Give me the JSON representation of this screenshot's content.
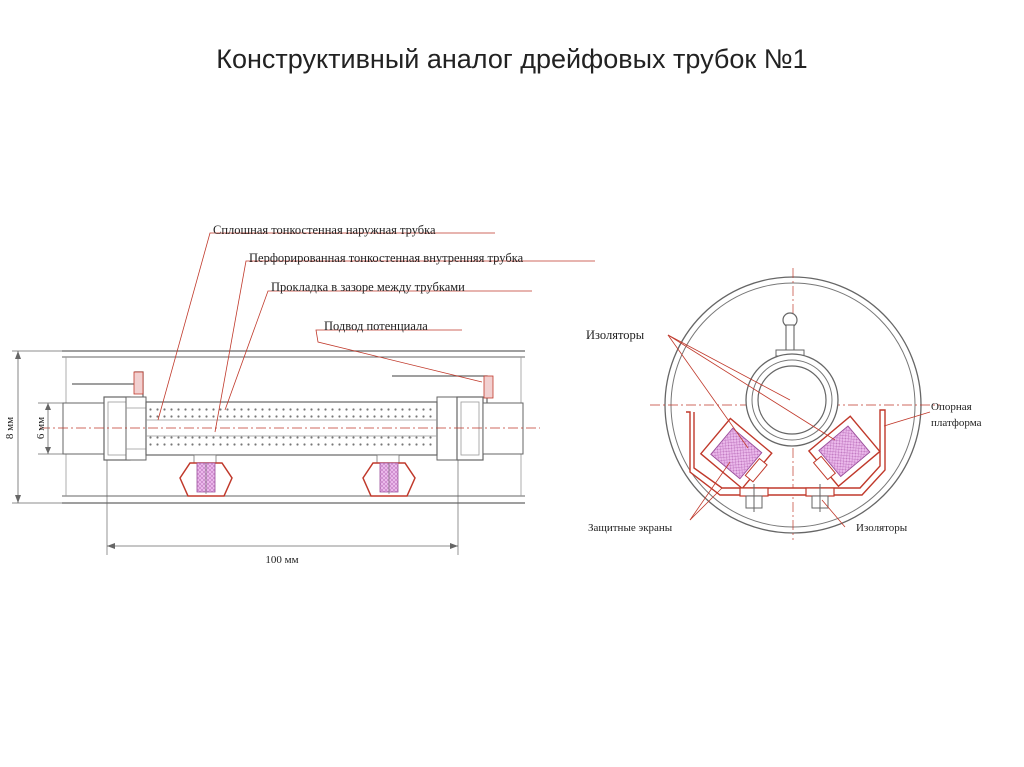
{
  "title": "Конструктивный аналог дрейфовых трубок №1",
  "side_view": {
    "labels": {
      "outer_tube": "Сплошная тонкостенная наружная трубка",
      "inner_tube": "Перфорированная тонкостенная внутренняя трубка",
      "gasket": "Прокладка в зазоре между трубками",
      "potential_feed": "Подвод потенциала"
    },
    "dimensions": {
      "length": "100 мм",
      "outer_diameter": "8 мм",
      "inner_diameter": "6 мм"
    }
  },
  "cross_section": {
    "labels": {
      "insulators_top": "Изоляторы",
      "support_platform_line1": "Опорная",
      "support_platform_line2": "платформа",
      "protective_screens": "Защитные экраны",
      "insulators_bottom": "Изоляторы"
    }
  },
  "colors": {
    "leader": "#c0392b",
    "outline": "#555555",
    "insulator_fill": "#e8b6e8"
  }
}
